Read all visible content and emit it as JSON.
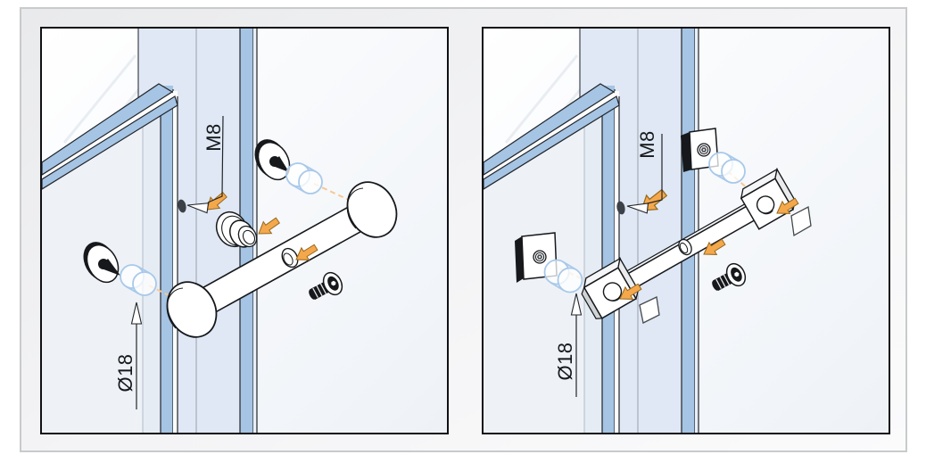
{
  "diagrams": {
    "left": {
      "handle_shape": "round",
      "labels": {
        "thread": "M8",
        "hole_diameter": "Ø18"
      }
    },
    "right": {
      "handle_shape": "square",
      "labels": {
        "thread": "M8",
        "hole_diameter": "Ø18"
      }
    }
  },
  "colors": {
    "outline": "#1a1d21",
    "glass_edge_blue": "#a6c4e4",
    "glass_face_blue": "#dfe8f4",
    "side_glass_face": "#eef2f7",
    "gasket_blue": "#a9c9ea",
    "accent_orange": "#f5a84b",
    "dashed_orange": "#f7c894",
    "card_border": "#c8cacc",
    "panel_border": "#101114"
  }
}
